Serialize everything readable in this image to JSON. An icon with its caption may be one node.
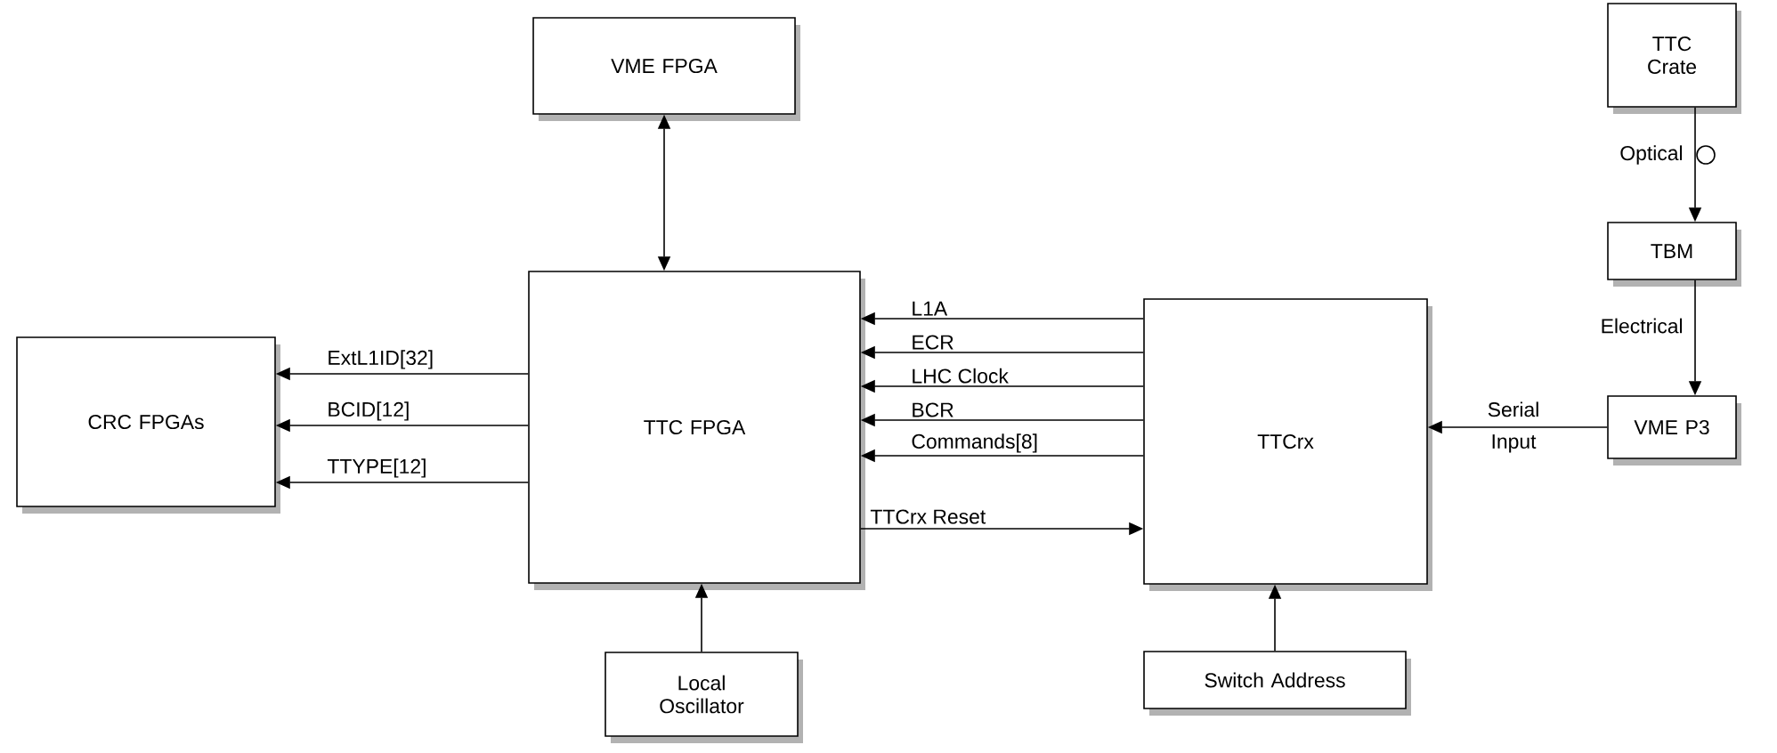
{
  "diagram": {
    "nodes": [
      {
        "text": [
          "TTC Crate"
        ]
      },
      {
        "text": [
          "TBM"
        ]
      },
      {
        "text": [
          "VME FPGA"
        ]
      },
      {
        "text": [
          "CRC FPGAs"
        ]
      },
      {
        "text": [
          "TTC FPGA"
        ]
      },
      {
        "text": [
          "TTCrx"
        ]
      },
      {
        "text": [
          "VME P3"
        ]
      },
      {
        "text": [
          "Local Oscillator"
        ]
      },
      {
        "text": [
          "Switch Address"
        ]
      }
    ],
    "edges": [
      {
        "from": 0,
        "to": 1,
        "arrow": "to",
        "label": "Optical"
      },
      {
        "from": 1,
        "to": 6,
        "arrow": "to",
        "label": "Electrical"
      },
      {
        "from": 6,
        "to": 5,
        "arrow": "to",
        "label": "Serial Input"
      },
      {
        "from": 2,
        "to": 4,
        "arrow": "both"
      },
      {
        "from": 4,
        "to": 3,
        "arrow": "to",
        "label": "ExtL1ID[32]"
      },
      {
        "from": 4,
        "to": 3,
        "arrow": "to",
        "label": "BCID[12]"
      },
      {
        "from": 4,
        "to": 3,
        "arrow": "to",
        "label": "TTYPE[12]"
      },
      {
        "from": 5,
        "to": 4,
        "arrow": "to",
        "label": "L1A"
      },
      {
        "from": 5,
        "to": 4,
        "arrow": "to",
        "label": "ECR"
      },
      {
        "from": 5,
        "to": 4,
        "arrow": "to",
        "label": "LHC Clock"
      },
      {
        "from": 5,
        "to": 4,
        "arrow": "to",
        "label": "BCR"
      },
      {
        "from": 5,
        "to": 4,
        "arrow": "to",
        "label": "Commands[8]"
      },
      {
        "from": 4,
        "to": 5,
        "arrow": "to",
        "label": "TTCrx Reset"
      },
      {
        "from": 7,
        "to": 4,
        "arrow": "to"
      },
      {
        "from": 8,
        "to": 5,
        "arrow": "to"
      }
    ]
  }
}
